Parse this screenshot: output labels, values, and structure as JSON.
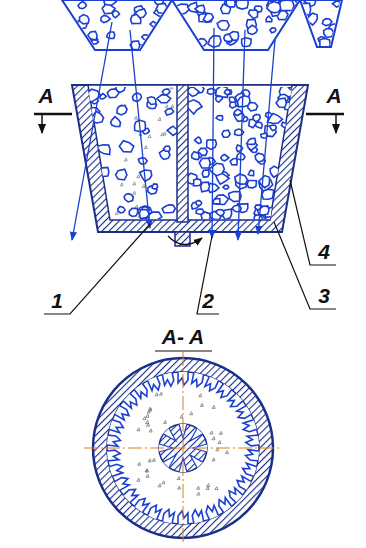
{
  "diagram": {
    "labels": [
      "A",
      "A",
      "4",
      "3",
      "1",
      "2",
      "A- A"
    ]
  }
}
